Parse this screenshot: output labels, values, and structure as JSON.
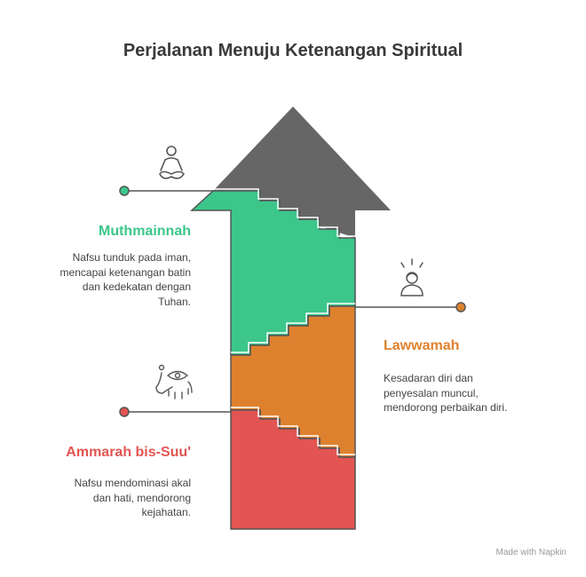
{
  "title": "Perjalanan Menuju Ketenangan Spiritual",
  "stages": [
    {
      "name": "Muthmainnah",
      "description": [
        "Nafsu tunduk pada iman,",
        "mencapai ketenangan batin",
        "dan kedekatan dengan",
        "Tuhan."
      ],
      "color": "#3cc68a",
      "icon": "meditation-icon"
    },
    {
      "name": "Lawwamah",
      "description": [
        "Kesadaran diri dan",
        "penyesalan muncul,",
        "mendorong perbaikan diri."
      ],
      "color": "#e0822e",
      "icon": "regret-person-icon"
    },
    {
      "name": "Ammarah bis-Suu'",
      "description": [
        "Nafsu mendominasi akal",
        "dan hati, mendorong",
        "kejahatan."
      ],
      "color": "#e25552",
      "icon": "temptation-eye-icon"
    }
  ],
  "arrow_color": "#666666",
  "footer": "Made with  Napkin"
}
